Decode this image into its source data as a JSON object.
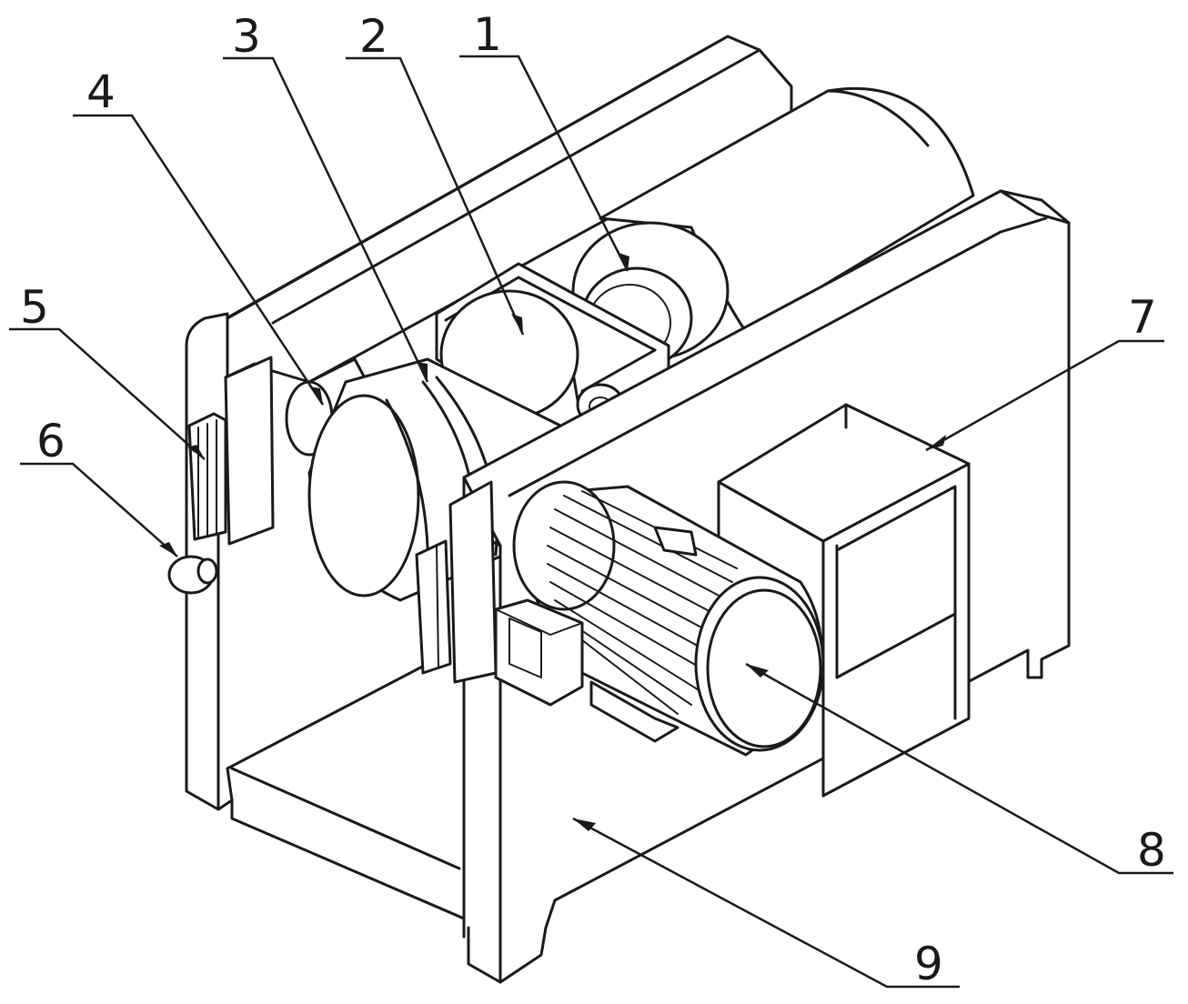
{
  "callouts": [
    {
      "id": "1",
      "label": "1"
    },
    {
      "id": "2",
      "label": "2"
    },
    {
      "id": "3",
      "label": "3"
    },
    {
      "id": "4",
      "label": "4"
    },
    {
      "id": "5",
      "label": "5"
    },
    {
      "id": "6",
      "label": "6"
    },
    {
      "id": "7",
      "label": "7"
    },
    {
      "id": "8",
      "label": "8"
    },
    {
      "id": "9",
      "label": "9"
    }
  ],
  "motor": {
    "nameplate_icon": "nameplate-icon",
    "fan_cover_icon": "fan-cover-icon"
  },
  "colors": {
    "line": "#1a1a1a",
    "background": "#ffffff"
  }
}
